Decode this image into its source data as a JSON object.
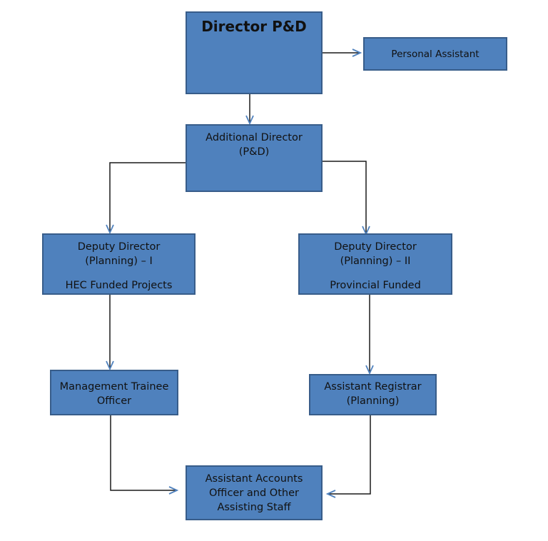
{
  "colors": {
    "box_fill": "#4f81bd",
    "box_border": "#385d8a",
    "connector": "#1a1a1a",
    "arrowhead": "#4f81bd"
  },
  "nodes": {
    "director": {
      "title": "Director P&D"
    },
    "personal_assistant": {
      "label": "Personal Assistant"
    },
    "additional_director": {
      "line1": "Additional Director",
      "line2": "(P&D)"
    },
    "deputy_director_1": {
      "line1": "Deputy Director",
      "line2": "(Planning) – I",
      "line3": "HEC Funded Projects"
    },
    "deputy_director_2": {
      "line1": "Deputy Director",
      "line2": "(Planning) – II",
      "line3": "Provincial Funded"
    },
    "management_trainee": {
      "line1": "Management Trainee",
      "line2": "Officer"
    },
    "assistant_registrar": {
      "line1": "Assistant Registrar",
      "line2": "(Planning)"
    },
    "assistant_accounts": {
      "line1": "Assistant Accounts",
      "line2": "Officer and Other",
      "line3": "Assisting Staff"
    }
  },
  "edges": [
    {
      "from": "director",
      "to": "personal_assistant"
    },
    {
      "from": "director",
      "to": "additional_director"
    },
    {
      "from": "additional_director",
      "to": "deputy_director_1"
    },
    {
      "from": "additional_director",
      "to": "deputy_director_2"
    },
    {
      "from": "deputy_director_1",
      "to": "management_trainee"
    },
    {
      "from": "deputy_director_2",
      "to": "assistant_registrar"
    },
    {
      "from": "management_trainee",
      "to": "assistant_accounts"
    },
    {
      "from": "assistant_registrar",
      "to": "assistant_accounts"
    }
  ]
}
